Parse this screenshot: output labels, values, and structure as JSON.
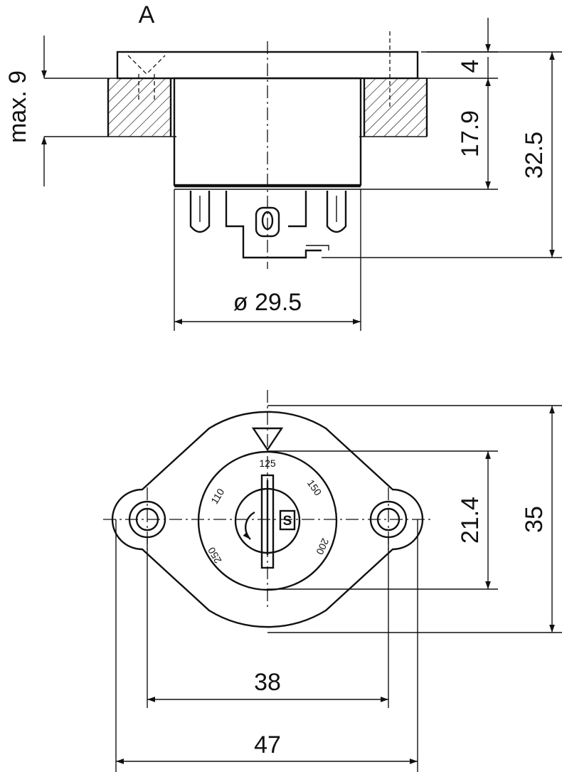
{
  "side_view": {
    "label_a": "A",
    "dim_max9": "max. 9",
    "dim_4": "4",
    "dim_17_9": "17.9",
    "dim_32_5": "32.5",
    "dim_dia": "ø 29.5"
  },
  "top_view": {
    "dim_21_4": "21.4",
    "dim_35": "35",
    "dim_38": "38",
    "dim_47": "47",
    "scale_labels": [
      "125",
      "150",
      "200",
      "250",
      "110"
    ],
    "logo_letter": "S"
  }
}
